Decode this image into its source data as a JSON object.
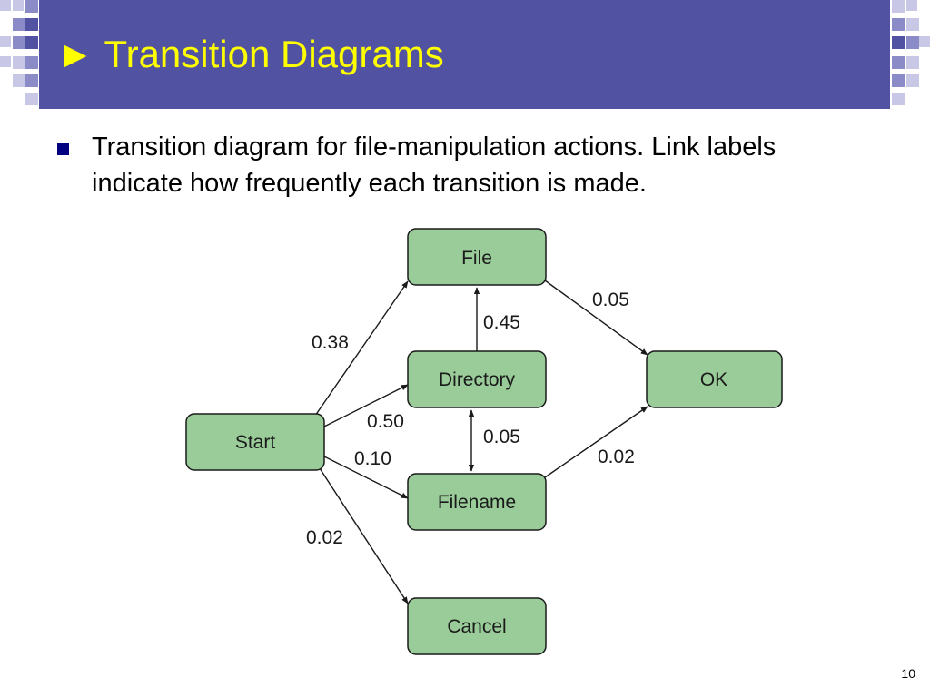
{
  "slide": {
    "title": "► Transition Diagrams",
    "bullet": "Transition diagram for file-manipulation actions. Link labels indicate how frequently each transition is made.",
    "page_number": "10"
  },
  "diagram": {
    "nodes": {
      "start": "Start",
      "file": "File",
      "directory": "Directory",
      "filename": "Filename",
      "cancel": "Cancel",
      "ok": "OK"
    },
    "edges": [
      {
        "from": "Start",
        "to": "File",
        "label": "0.38"
      },
      {
        "from": "Start",
        "to": "Directory",
        "label": "0.50"
      },
      {
        "from": "Start",
        "to": "Filename",
        "label": "0.10"
      },
      {
        "from": "Start",
        "to": "Cancel",
        "label": "0.02"
      },
      {
        "from": "Directory",
        "to": "File",
        "label": "0.45"
      },
      {
        "from": "Directory",
        "to": "Filename",
        "label": "0.05"
      },
      {
        "from": "File",
        "to": "OK",
        "label": "0.05"
      },
      {
        "from": "Filename",
        "to": "OK",
        "label": "0.02"
      }
    ]
  },
  "colors": {
    "title_bar": "#5252a3",
    "title_text": "#ffff00",
    "node_fill": "#99cc99",
    "node_stroke": "#1a1a1a",
    "bullet_marker": "#000080"
  }
}
